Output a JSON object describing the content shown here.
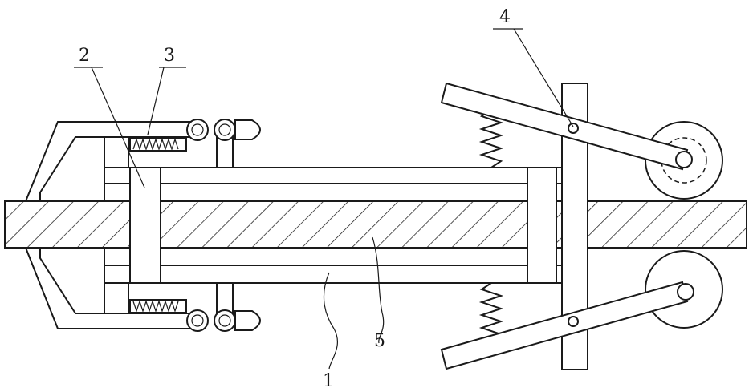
{
  "labels": {
    "l1": "1",
    "l2": "2",
    "l3": "3",
    "l4": "4",
    "l5": "5"
  },
  "colors": {
    "stroke": "#1a1a1a",
    "background": "#ffffff"
  }
}
